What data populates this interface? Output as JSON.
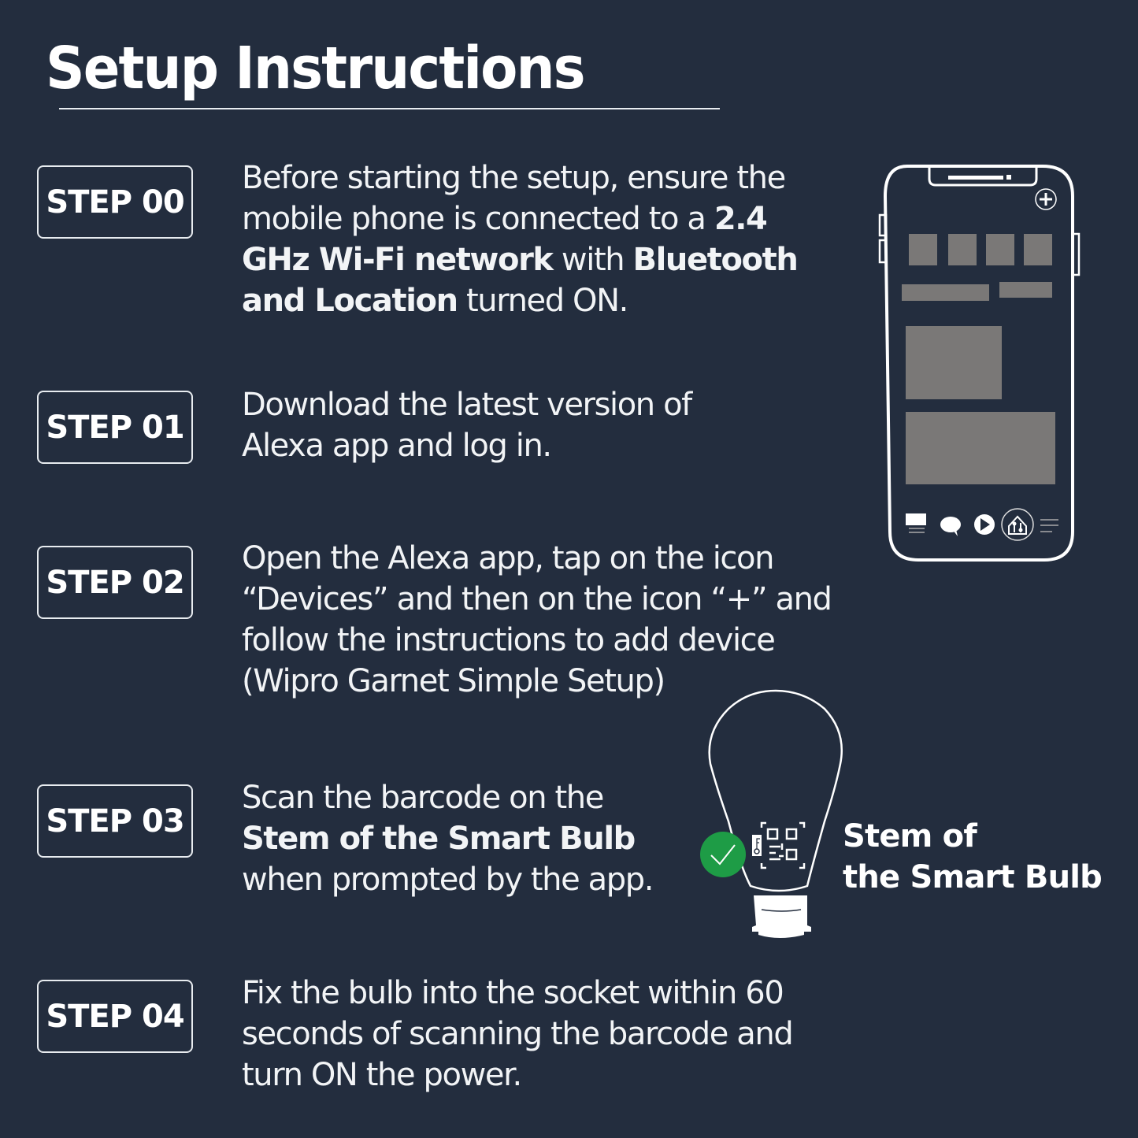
{
  "header": {
    "title": "Setup Instructions"
  },
  "steps": [
    {
      "label": "STEP 00",
      "lines": [
        [
          {
            "t": "Before starting the setup, ensure the",
            "b": false
          }
        ],
        [
          {
            "t": "mobile phone is connected to a ",
            "b": false
          },
          {
            "t": "2.4",
            "b": true
          }
        ],
        [
          {
            "t": "GHz Wi-Fi network",
            "b": true
          },
          {
            "t": " with ",
            "b": false
          },
          {
            "t": "Bluetooth",
            "b": true
          }
        ],
        [
          {
            "t": "and Location",
            "b": true
          },
          {
            "t": " turned ON.",
            "b": false
          }
        ]
      ]
    },
    {
      "label": "STEP 01",
      "lines": [
        [
          {
            "t": "Download the latest version of",
            "b": false
          }
        ],
        [
          {
            "t": "Alexa app and log in.",
            "b": false
          }
        ]
      ]
    },
    {
      "label": "STEP 02",
      "lines": [
        [
          {
            "t": "Open the Alexa app, tap on the icon",
            "b": false
          }
        ],
        [
          {
            "t": "“Devices” and then on the icon “+” and",
            "b": false
          }
        ],
        [
          {
            "t": "follow the instructions to add device",
            "b": false
          }
        ],
        [
          {
            "t": "(Wipro Garnet Simple Setup)",
            "b": false
          }
        ]
      ]
    },
    {
      "label": "STEP 03",
      "lines": [
        [
          {
            "t": "Scan the barcode on the",
            "b": false
          }
        ],
        [
          {
            "t": "Stem of the Smart Bulb",
            "b": true
          }
        ],
        [
          {
            "t": "when prompted by the app.",
            "b": false
          }
        ]
      ]
    },
    {
      "label": "STEP 04",
      "lines": [
        [
          {
            "t": "Fix the bulb into the socket within 60",
            "b": false
          }
        ],
        [
          {
            "t": "seconds of scanning the barcode and",
            "b": false
          }
        ],
        [
          {
            "t": "turn ON the power.",
            "b": false
          }
        ]
      ]
    }
  ],
  "illustrations": {
    "phone": {
      "icons": [
        "add-icon",
        "display-icon",
        "chat-icon",
        "play-icon",
        "devices-home-icon",
        "menu-icon"
      ],
      "placeholder_color": "#7a7877"
    },
    "bulb": {
      "label_line1": "Stem of",
      "label_line2": "the Smart Bulb",
      "check_color": "#1e9c46"
    }
  },
  "colors": {
    "background": "#232d3e",
    "foreground": "#ffffff",
    "placeholder": "#7a7877",
    "success": "#1e9c46"
  }
}
